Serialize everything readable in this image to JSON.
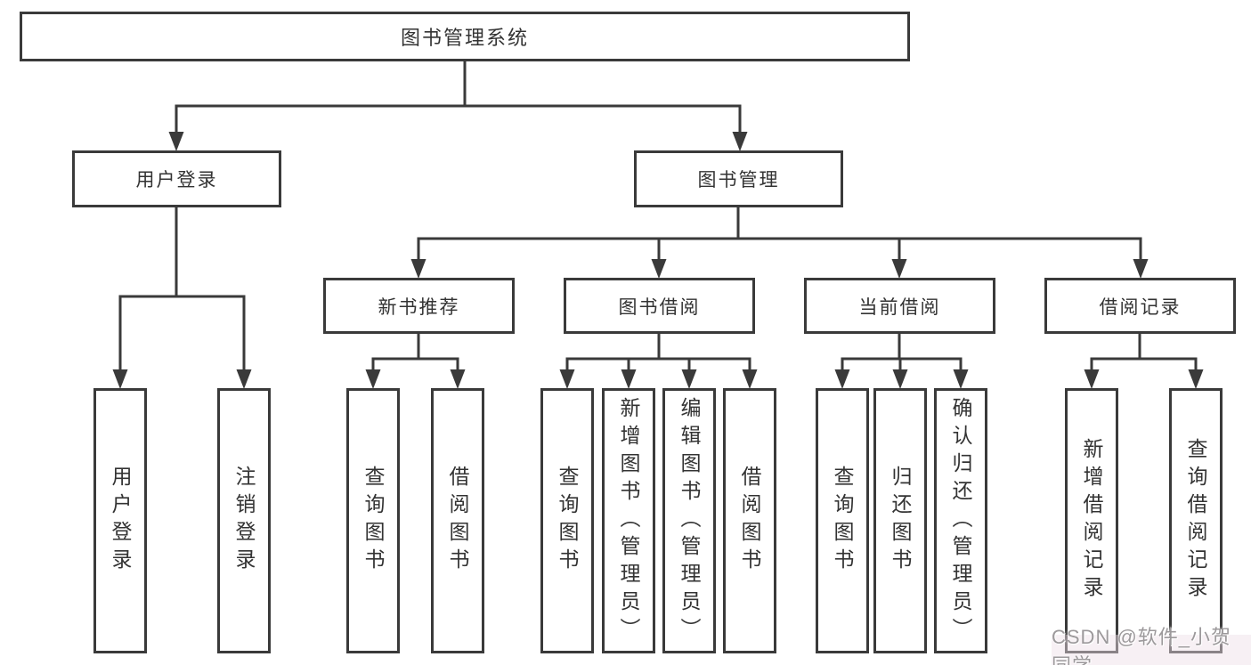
{
  "colors": {
    "line": "#3a3a3a",
    "text": "#333333",
    "watermark": "#9c999b",
    "background": "#ffffff"
  },
  "tree": {
    "root": "图书管理系统",
    "branches": [
      {
        "label": "用户登录",
        "children": [
          "用户登录",
          "注销登录"
        ]
      },
      {
        "label": "图书管理",
        "groups": [
          {
            "label": "新书推荐",
            "children": [
              "查询图书",
              "借阅图书"
            ]
          },
          {
            "label": "图书借阅",
            "children": [
              "查询图书",
              "新增图书（管理员）",
              "编辑图书（管理员）",
              "借阅图书"
            ]
          },
          {
            "label": "当前借阅",
            "children": [
              "查询图书",
              "归还图书",
              "确认归还（管理员）"
            ]
          },
          {
            "label": "借阅记录",
            "children": [
              "新增借阅记录",
              "查询借阅记录"
            ]
          }
        ]
      }
    ]
  },
  "watermark": "CSDN @软件_小贺同学"
}
